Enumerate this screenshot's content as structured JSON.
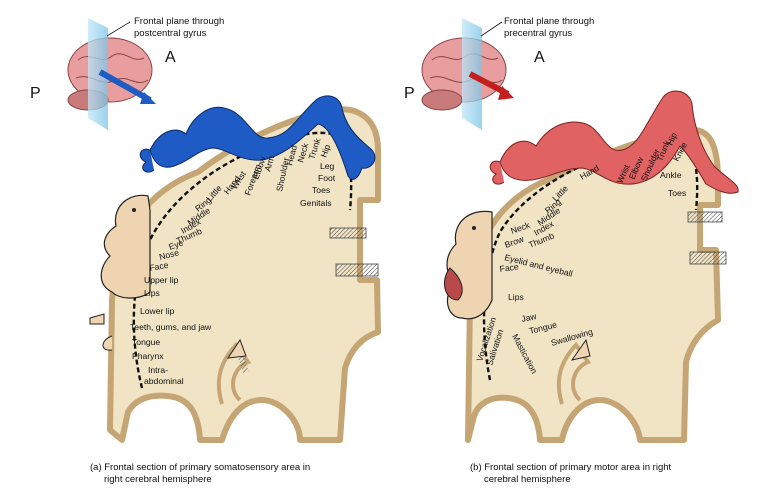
{
  "panel_a": {
    "header": "Frontal plane through postcentral gyrus",
    "header_line1": "Frontal plane through",
    "header_line2": "postcentral gyrus",
    "label_P": "P",
    "label_A": "A",
    "body_labels": [
      "Genitals",
      "Toes",
      "Foot",
      "Leg",
      "Hip",
      "Trunk",
      "Neck",
      "Head",
      "Shoulder",
      "Arm",
      "Elbow",
      "Forearm",
      "Wrist",
      "Hand",
      "Little",
      "Ring",
      "Middle",
      "Index",
      "Thumb",
      "Eye",
      "Nose",
      "Face",
      "Upper lip",
      "Lips",
      "Lower lip",
      "Teeth, gums, and jaw",
      "Tongue",
      "Pharynx",
      "Intra-",
      "abdominal"
    ],
    "caption_line1": "(a) Frontal section of primary somatosensory area in",
    "caption_line2": "right cerebral hemisphere",
    "homunculus_color": "#1f5bc4"
  },
  "panel_b": {
    "header": "Frontal plane through precentral gyrus",
    "header_line1": "Frontal plane through",
    "header_line2": "precentral gyrus",
    "label_P": "P",
    "label_A": "A",
    "body_labels": [
      "Toes",
      "Ankle",
      "Knee",
      "Hip",
      "Trunk",
      "Shoulder",
      "Elbow",
      "Wrist",
      "Hand",
      "Little",
      "Ring",
      "Middle",
      "Index",
      "Thumb",
      "Neck",
      "Brow",
      "Eyelid and eyeball",
      "Face",
      "Lips",
      "Jaw",
      "Tongue",
      "Swallowing",
      "Vocalization",
      "Salivation",
      "Mastication"
    ],
    "caption_line1": "(b) Frontal section of primary motor area in right",
    "caption_line2": "cerebral hemisphere",
    "homunculus_color": "#e06262"
  },
  "colors": {
    "brain_fill": "#f1e4c5",
    "cortex_edge": "#c5a574",
    "skin": "#efd4b2",
    "dash": "#111111",
    "plane": "#9fd3ee"
  }
}
